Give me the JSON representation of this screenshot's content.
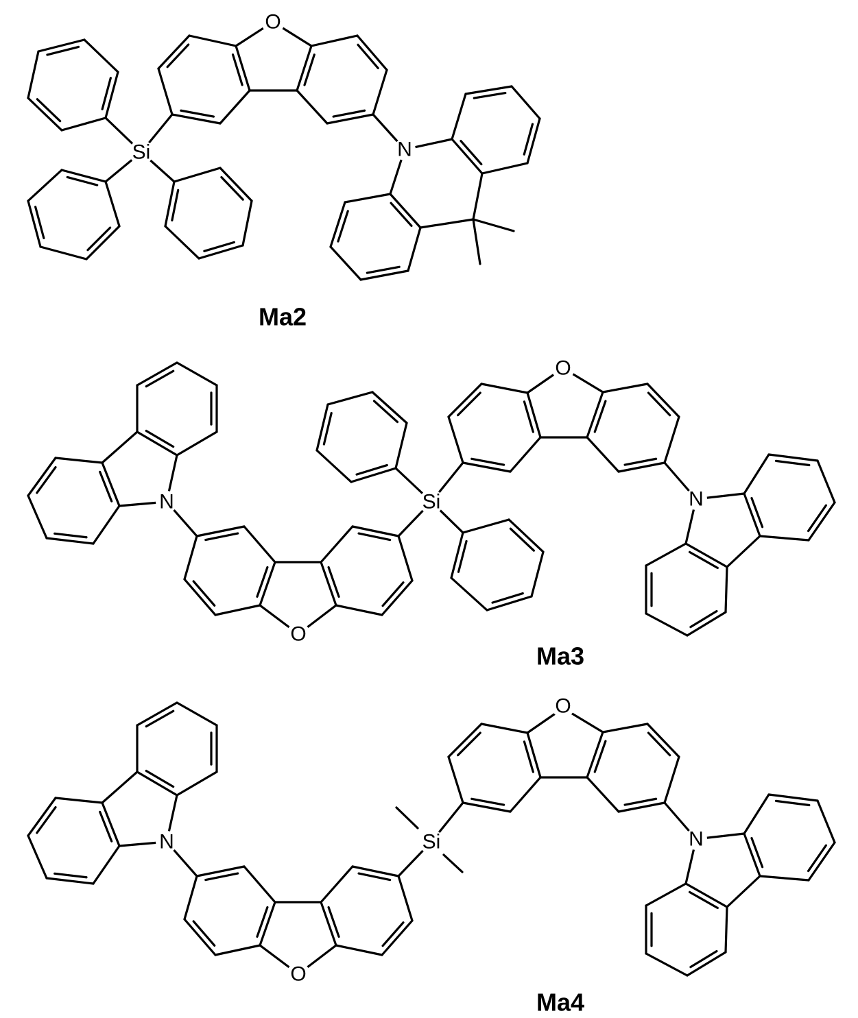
{
  "molecules": [
    {
      "name": "Ma2",
      "atoms": {
        "si": "Si",
        "o": "O",
        "n": "N"
      }
    },
    {
      "name": "Ma3",
      "atoms": {
        "si": "Si",
        "o1": "O",
        "o2": "O",
        "n1": "N",
        "n2": "N"
      }
    },
    {
      "name": "Ma4",
      "atoms": {
        "si": "Si",
        "o1": "O",
        "o2": "O",
        "n1": "N",
        "n2": "N"
      }
    }
  ],
  "colors": {
    "ink": "#000000",
    "background": "#ffffff"
  }
}
